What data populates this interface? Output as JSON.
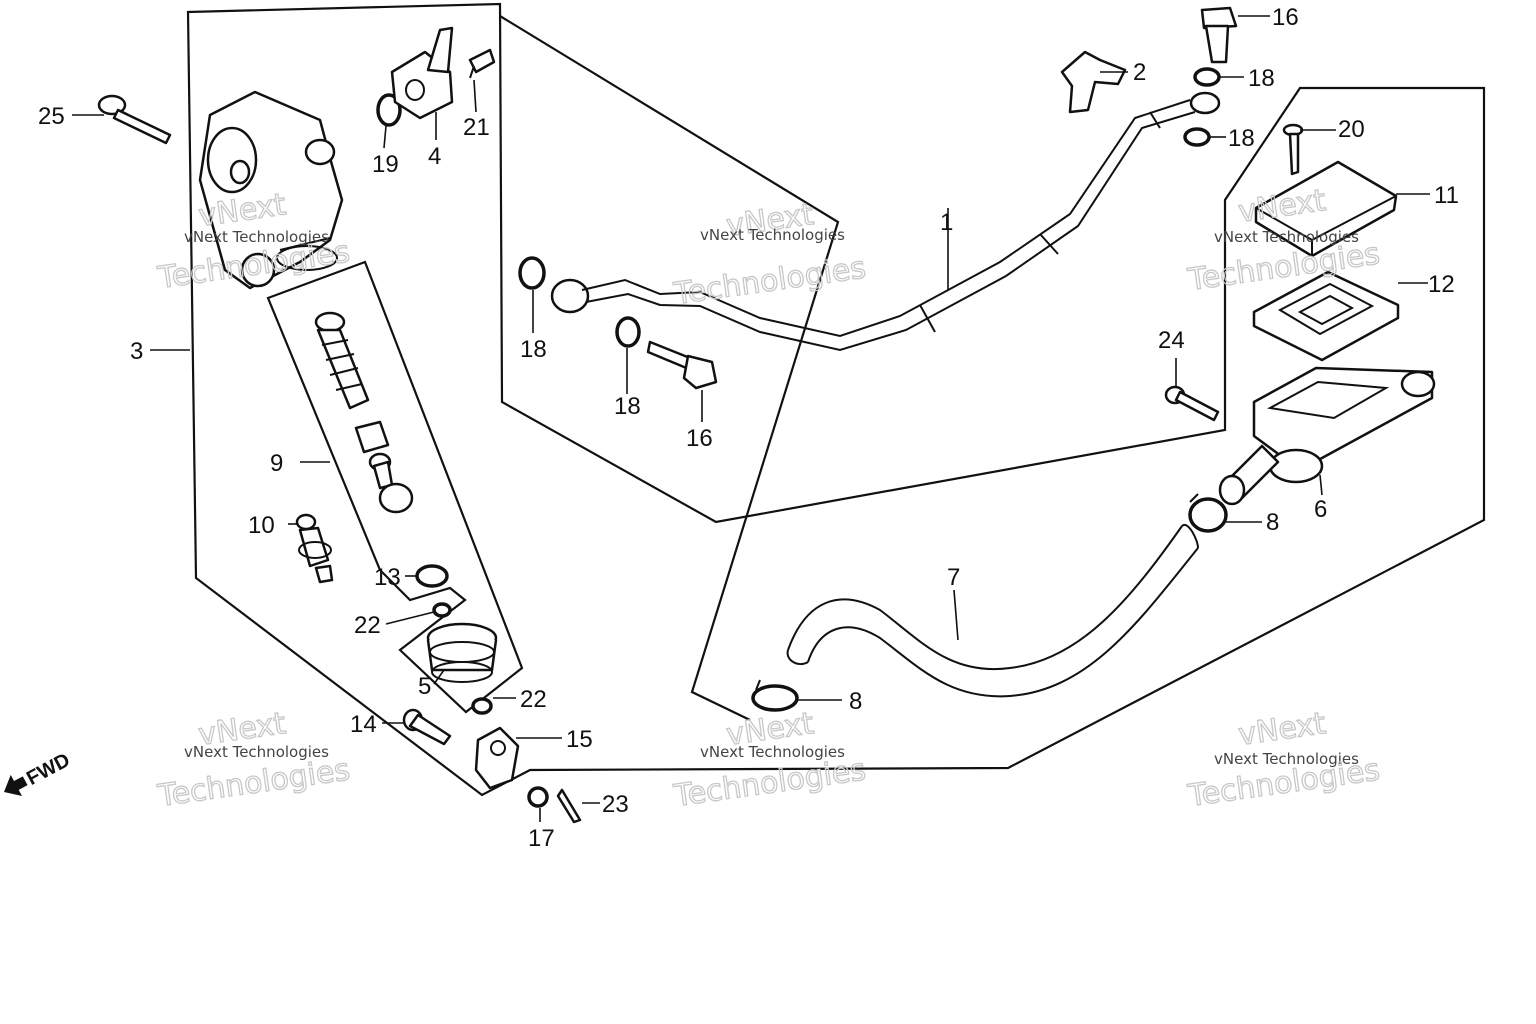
{
  "diagram": {
    "callouts": [
      {
        "id": "1",
        "label": "1"
      },
      {
        "id": "2",
        "label": "2"
      },
      {
        "id": "3",
        "label": "3"
      },
      {
        "id": "4",
        "label": "4"
      },
      {
        "id": "5",
        "label": "5"
      },
      {
        "id": "6",
        "label": "6"
      },
      {
        "id": "7",
        "label": "7"
      },
      {
        "id": "8a",
        "label": "8"
      },
      {
        "id": "8b",
        "label": "8"
      },
      {
        "id": "9",
        "label": "9"
      },
      {
        "id": "10",
        "label": "10"
      },
      {
        "id": "11",
        "label": "11"
      },
      {
        "id": "12",
        "label": "12"
      },
      {
        "id": "13",
        "label": "13"
      },
      {
        "id": "14",
        "label": "14"
      },
      {
        "id": "15",
        "label": "15"
      },
      {
        "id": "16a",
        "label": "16"
      },
      {
        "id": "16b",
        "label": "16"
      },
      {
        "id": "17",
        "label": "17"
      },
      {
        "id": "18a",
        "label": "18"
      },
      {
        "id": "18b",
        "label": "18"
      },
      {
        "id": "18c",
        "label": "18"
      },
      {
        "id": "18d",
        "label": "18"
      },
      {
        "id": "19",
        "label": "19"
      },
      {
        "id": "20",
        "label": "20"
      },
      {
        "id": "21",
        "label": "21"
      },
      {
        "id": "22a",
        "label": "22"
      },
      {
        "id": "22b",
        "label": "22"
      },
      {
        "id": "23",
        "label": "23"
      },
      {
        "id": "24",
        "label": "24"
      },
      {
        "id": "25",
        "label": "25"
      }
    ],
    "direction": {
      "label": "FWD"
    }
  },
  "watermark": {
    "brand": "vNext",
    "company": "Technologies",
    "line": "vNext Technologies"
  }
}
